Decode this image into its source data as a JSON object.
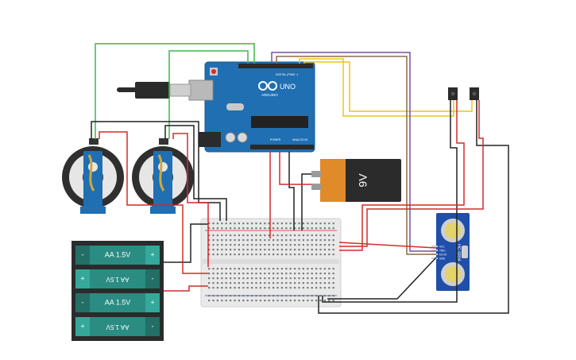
{
  "arduino": {
    "logo_text": "ARDUINO",
    "model": "UNO",
    "digital_label": "DIGITAL (PWM ~)",
    "power_label": "POWER",
    "analog_label": "ANALOG IN"
  },
  "battery_9v": {
    "label": "9V"
  },
  "aa_pack": {
    "cells": [
      {
        "label": "AA 1.5V",
        "left_sign": "-",
        "right_sign": "+",
        "flipped": false
      },
      {
        "label": "AA 1.5V",
        "left_sign": "+",
        "right_sign": "-",
        "flipped": true
      },
      {
        "label": "AA 1.5V",
        "left_sign": "-",
        "right_sign": "+",
        "flipped": false
      },
      {
        "label": "AA 1.5V",
        "left_sign": "+",
        "right_sign": "-",
        "flipped": true
      }
    ]
  },
  "ultrasonic": {
    "model": "HC-SR04",
    "pins": [
      "VCC",
      "TRIG",
      "ECHO",
      "GND"
    ]
  },
  "colors": {
    "board_blue": "#1f6fb2",
    "wire_red": "#d42a2a",
    "wire_black": "#222222",
    "wire_green": "#3fb54a",
    "wire_yellow": "#e8c619",
    "wire_purple": "#7b4fa0",
    "wire_brown": "#8a6d4a",
    "battery_teal": "#2a8c82",
    "battery_orange": "#e08a2a"
  }
}
